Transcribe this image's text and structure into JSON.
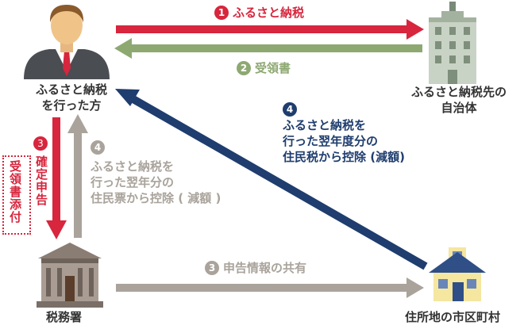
{
  "taxpayer": {
    "label_line1": "ふるさと納税",
    "label_line2": "を行った方"
  },
  "donee": {
    "label_line1": "ふるさと納税先の",
    "label_line2": "自治体"
  },
  "tax_office": {
    "label": "税務署"
  },
  "municipality": {
    "label": "住所地の市区町村"
  },
  "flow_1": {
    "number": "1",
    "label": "ふるさと納税"
  },
  "flow_2": {
    "number": "2",
    "label": "受領書"
  },
  "flow_3_filing": {
    "number": "3",
    "label": "確定申告"
  },
  "receipt_note": {
    "label": "受領書添付"
  },
  "flow_4_next_year": {
    "number": "4",
    "line1": "ふるさと納税を",
    "line2": "行った翌年分の",
    "line3": "住民票から控除 ( 減額 )"
  },
  "flow_3_share": {
    "number": "3",
    "label": "申告情報の共有"
  },
  "flow_4_municipal": {
    "number": "4",
    "line1": "ふるさと納税を",
    "line2": "行った翌年度分の",
    "line3": "住民税から控除 (減額)"
  },
  "colors": {
    "red": "#d7263d",
    "green": "#8ea872",
    "gray": "#a9a39b",
    "navy": "#1f3d6e"
  }
}
